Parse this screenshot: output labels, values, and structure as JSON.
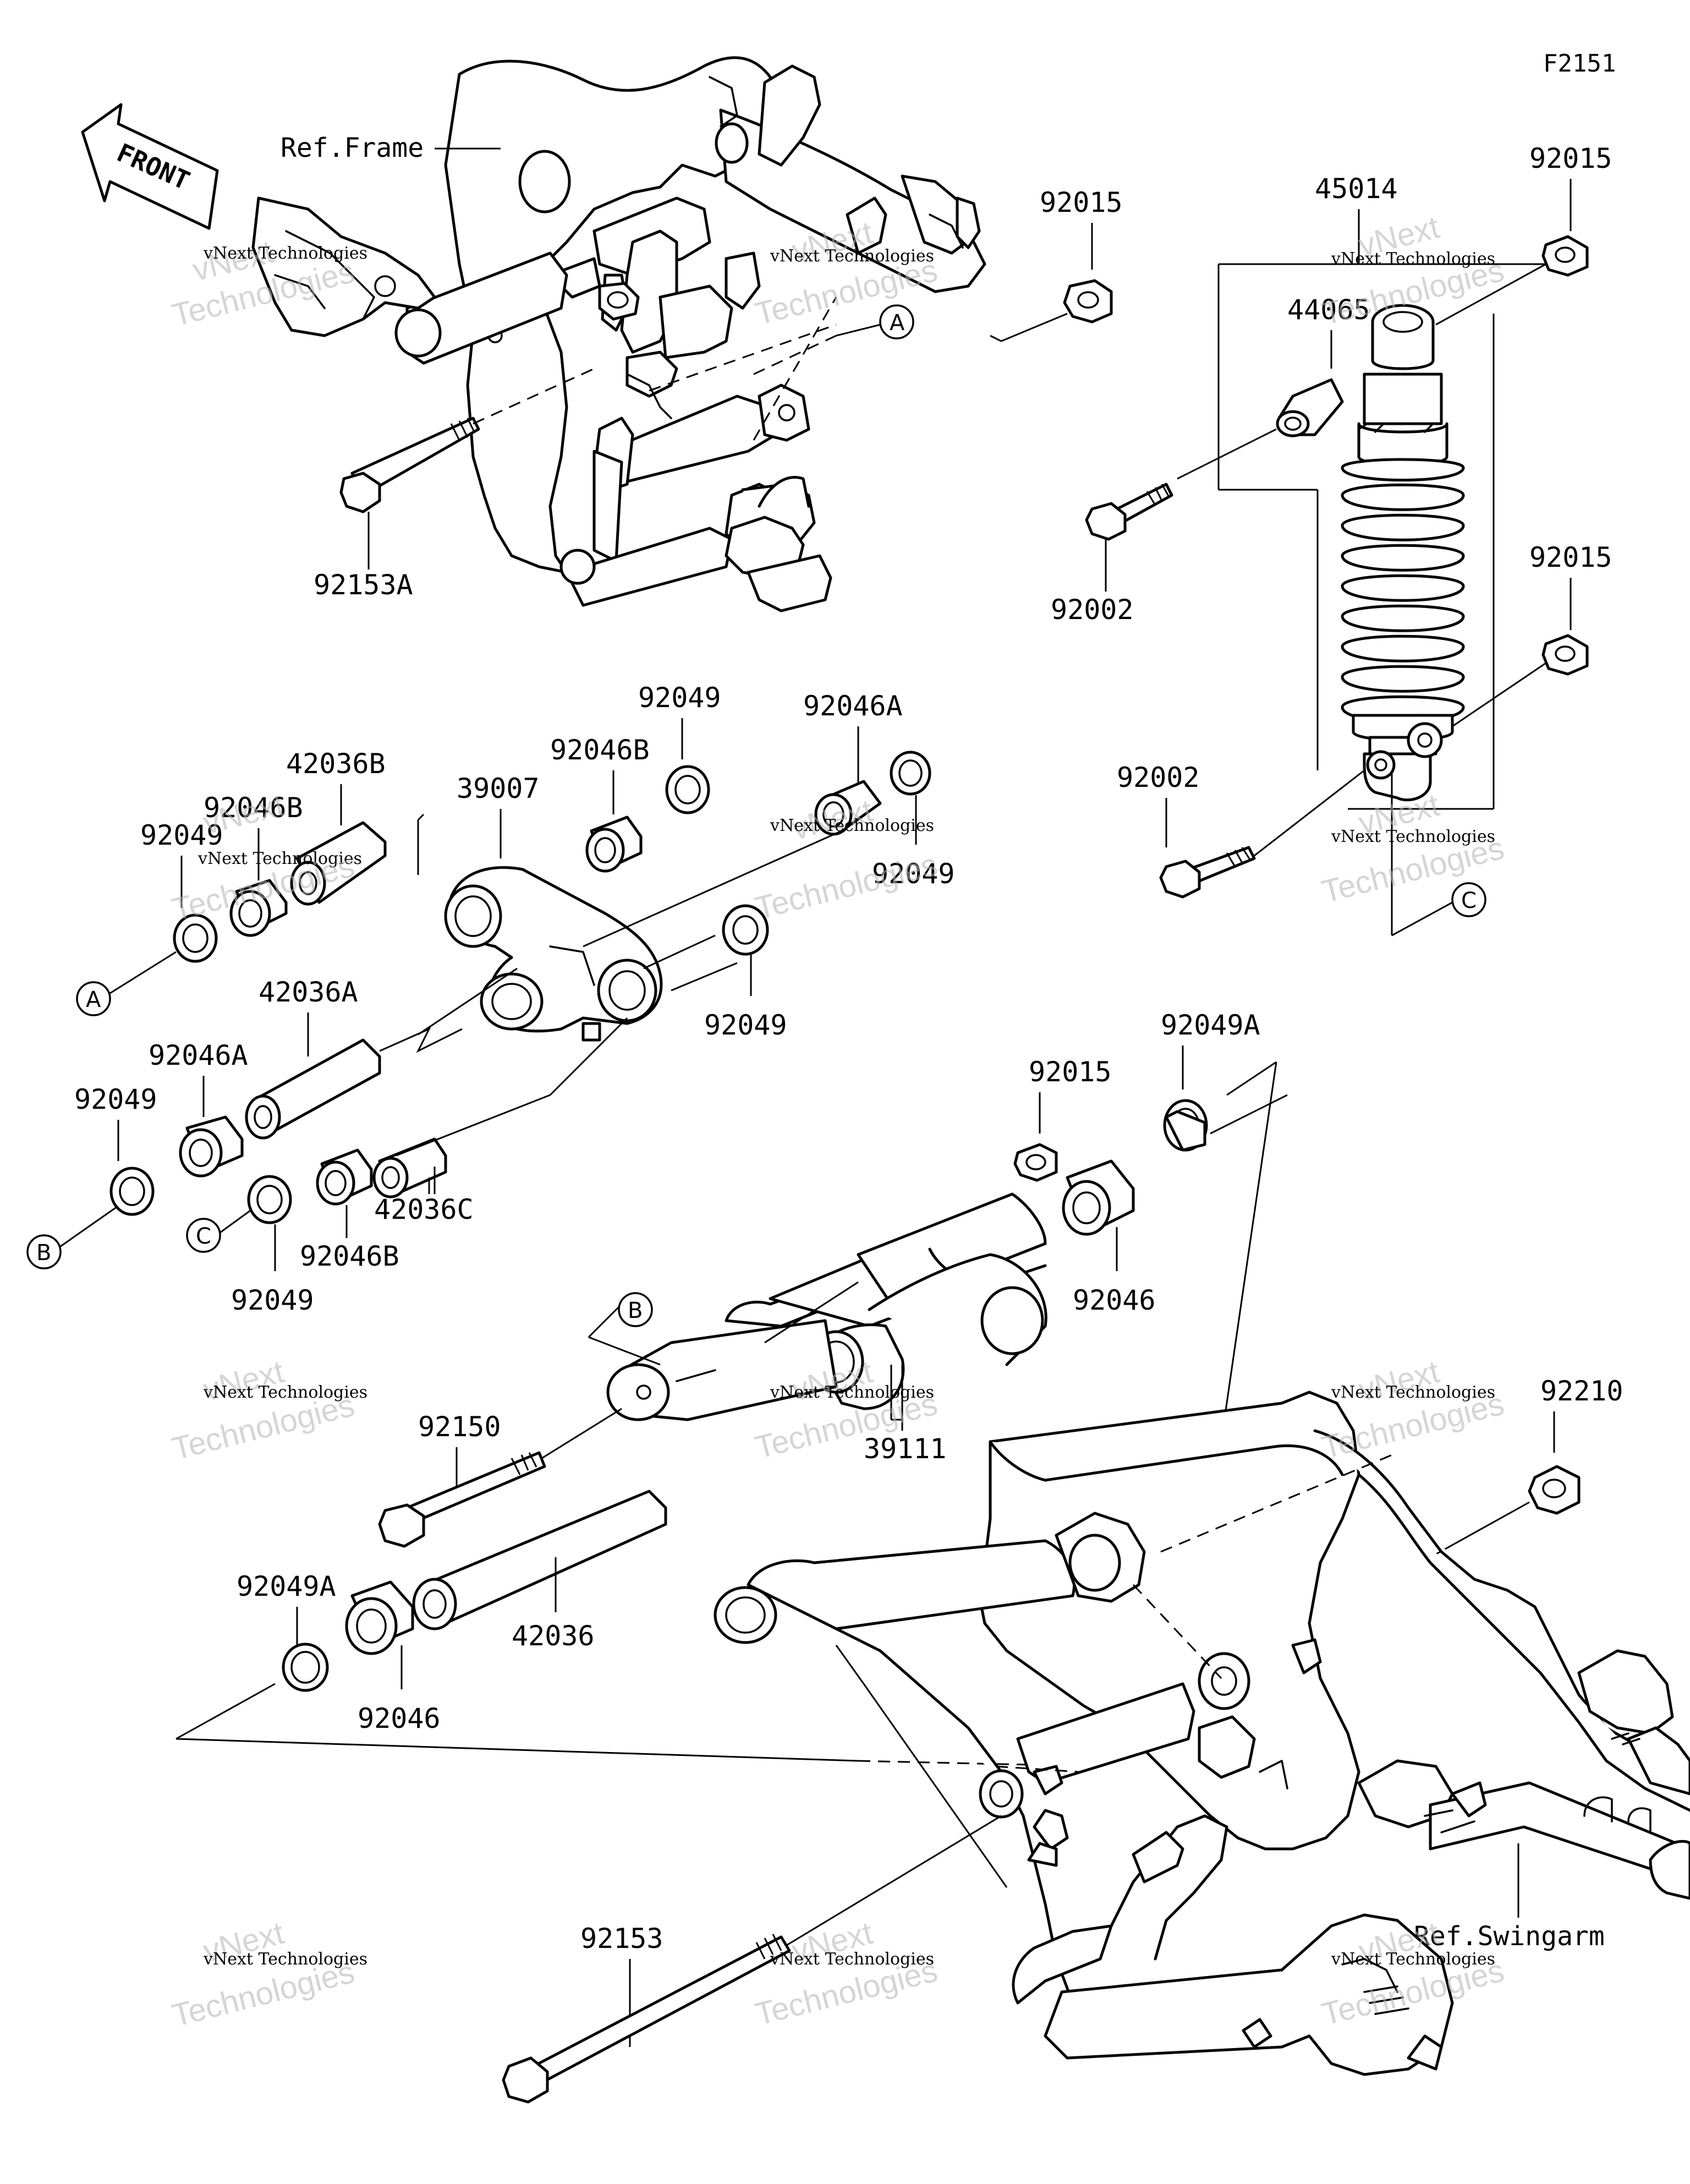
{
  "diagram_code": "F2151",
  "front_arrow": {
    "text": "FRONT"
  },
  "reference_labels": {
    "frame": "Ref.Frame",
    "swingarm": "Ref.Swingarm"
  },
  "callouts": [
    "A",
    "B",
    "C"
  ],
  "parts": [
    {
      "number": "92015"
    },
    {
      "number": "45014"
    },
    {
      "number": "92015"
    },
    {
      "number": "44065"
    },
    {
      "number": "92002"
    },
    {
      "number": "92015"
    },
    {
      "number": "92002"
    },
    {
      "number": "92153A"
    },
    {
      "number": "92049"
    },
    {
      "number": "92046A"
    },
    {
      "number": "42036B"
    },
    {
      "number": "39007"
    },
    {
      "number": "92046B"
    },
    {
      "number": "92046B"
    },
    {
      "number": "92049"
    },
    {
      "number": "92049"
    },
    {
      "number": "92049"
    },
    {
      "number": "42036A"
    },
    {
      "number": "92046A"
    },
    {
      "number": "92049"
    },
    {
      "number": "42036C"
    },
    {
      "number": "92046B"
    },
    {
      "number": "92049"
    },
    {
      "number": "92015"
    },
    {
      "number": "92049A"
    },
    {
      "number": "92046"
    },
    {
      "number": "39111"
    },
    {
      "number": "92150"
    },
    {
      "number": "92210"
    },
    {
      "number": "92049A"
    },
    {
      "number": "42036"
    },
    {
      "number": "92046"
    },
    {
      "number": "92153"
    }
  ],
  "watermark": {
    "logo": "vNext",
    "line1": "vNext Technologies",
    "line2": "Technologies"
  }
}
